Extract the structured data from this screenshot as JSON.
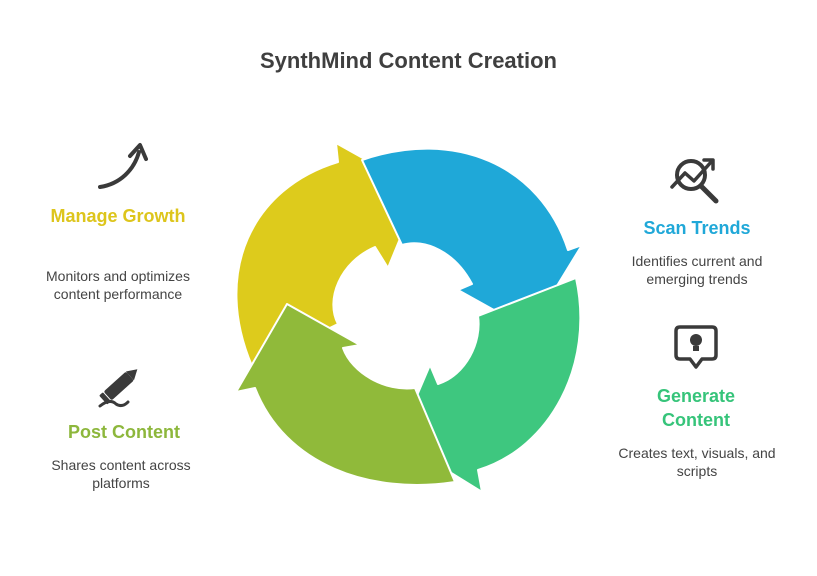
{
  "title": "SynthMind Content Creation",
  "steps": {
    "manage": {
      "title": "Manage Growth",
      "desc": "Monitors and optimizes content performance",
      "icon": "arrow-growth-icon",
      "color": "#ddc51c"
    },
    "scan": {
      "title": "Scan Trends",
      "desc": "Identifies current and emerging trends",
      "icon": "trend-search-icon",
      "color": "#20a8d8"
    },
    "generate": {
      "title": "Generate Content",
      "desc": "Creates text, visuals, and scripts",
      "icon": "idea-chat-icon",
      "color": "#36c47a"
    },
    "post": {
      "title": "Post Content",
      "desc": "Shares content across platforms",
      "icon": "pen-write-icon",
      "color": "#8db73c"
    }
  }
}
